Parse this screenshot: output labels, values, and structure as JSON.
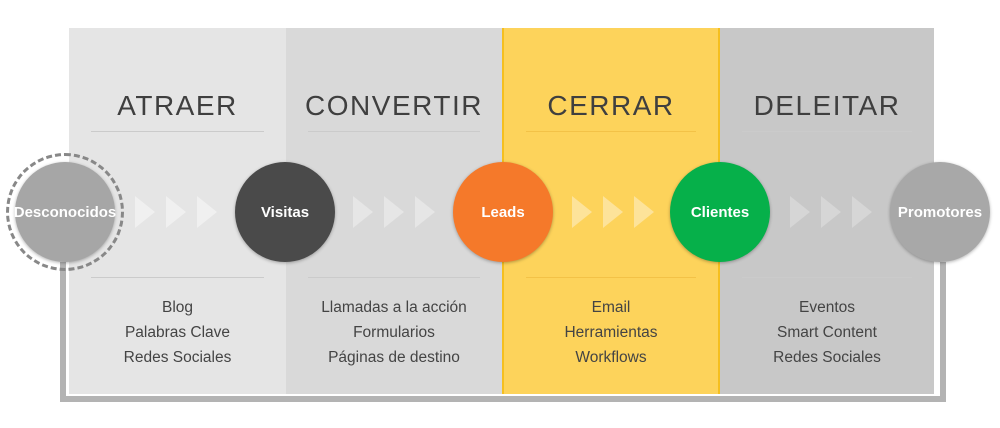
{
  "stages": [
    {
      "title": "ATRAER",
      "items": [
        "Blog",
        "Palabras Clave",
        "Redes Sociales"
      ]
    },
    {
      "title": "CONVERTIR",
      "items": [
        "Llamadas a la acción",
        "Formularios",
        "Páginas de destino"
      ]
    },
    {
      "title": "CERRAR",
      "items": [
        "Email",
        "Herramientas",
        "Workflows"
      ]
    },
    {
      "title": "DELEITAR",
      "items": [
        "Eventos",
        "Smart Content",
        "Redes Sociales"
      ]
    }
  ],
  "nodes": [
    {
      "label": "Desconocidos",
      "color": "#a6a6a6"
    },
    {
      "label": "Visitas",
      "color": "#4a4a4a"
    },
    {
      "label": "Leads",
      "color": "#f5792a"
    },
    {
      "label": "Clientes",
      "color": "#06b04a"
    },
    {
      "label": "Promotores",
      "color": "#a8a8a8"
    }
  ]
}
